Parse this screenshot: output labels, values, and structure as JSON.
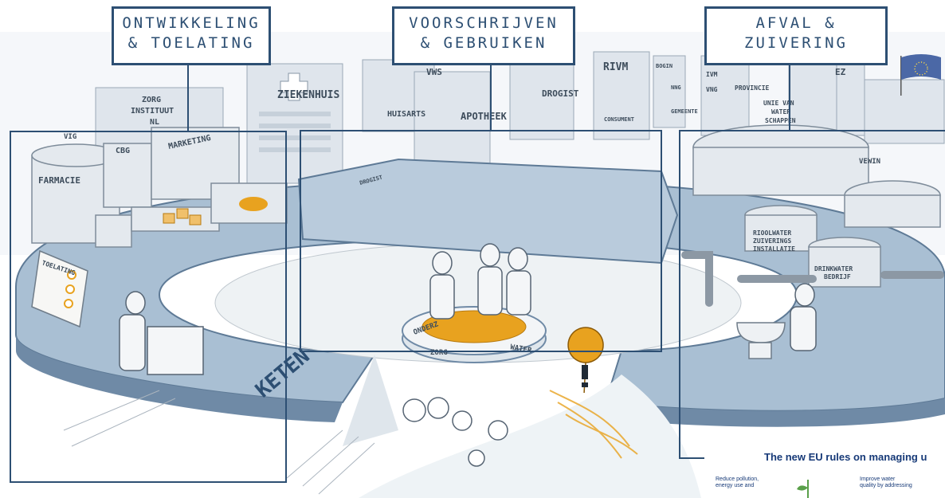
{
  "titles": {
    "left": [
      "ONTWIKKELING",
      "& TOELATING"
    ],
    "middle": [
      "VOORSCHRIJVEN",
      "& GEBRUIKEN"
    ],
    "right": [
      "AFVAL &",
      "ZUIVERING"
    ]
  },
  "buildings": {
    "ziekenhuis": "ZIEKENHUIS",
    "zorginstituut": [
      "ZORG",
      "INSTITUUT",
      "NL"
    ],
    "vig": "VIG",
    "cbg": "CBG",
    "marketing": "MARKETING",
    "farmacie": "FARMACIE",
    "vws": "VWS",
    "huisarts": "HUISARTS",
    "apotheek": "APOTHEEK",
    "drogist": "DROGIST",
    "rivm": "RIVM",
    "consument": "CONSUMENT",
    "bogin": "BOGIN",
    "nng": "NNG",
    "gemeente": "GEMEENTE",
    "ivm": "IVM",
    "vng": "VNG",
    "provincie": "PROVINCIE",
    "unie": [
      "UNIE VAN",
      "WATER",
      "SCHAPPEN"
    ],
    "ez": "EZ",
    "vewin": "VEWIN",
    "riool": [
      "RIOOLWATER",
      "ZUIVERINGS",
      "INSTALLATIE"
    ],
    "drinkwater": [
      "DRINKWATER",
      "BEDRIJF"
    ],
    "toelating": "TOELATING",
    "keten": "KETEN",
    "drogist_sign": "DROGIST"
  },
  "platform_labels": [
    "ONDERZ",
    "ZORG",
    "WATER"
  ],
  "eu_strip": {
    "title": "The new EU rules on managing u",
    "left_text": [
      "Reduce pollution,",
      "energy use and"
    ],
    "right_text": [
      "Improve water",
      "quality by addressing"
    ]
  },
  "colors": {
    "frame": "#2d4f73",
    "platform": "#9fb6cc",
    "platform_dark": "#6f8aa6",
    "accent": "#e8a21f",
    "eu_blue": "#173a78"
  }
}
